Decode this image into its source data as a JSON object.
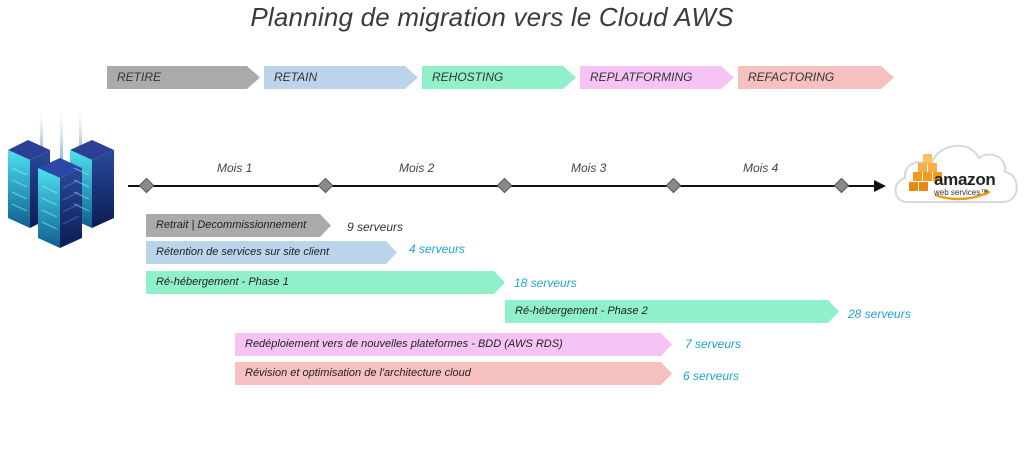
{
  "title": "Planning de migration vers le Cloud AWS",
  "phases": [
    {
      "label": "RETIRE",
      "color": "#aaaaaa"
    },
    {
      "label": "RETAIN",
      "color": "#bcd3ec"
    },
    {
      "label": "REHOSTING",
      "color": "#8ff0c9"
    },
    {
      "label": "REPLATFORMING",
      "color": "#f6c4f4"
    },
    {
      "label": "REFACTORING",
      "color": "#f7c0c0"
    }
  ],
  "months": [
    "Mois 1",
    "Mois 2",
    "Mois 3",
    "Mois 4"
  ],
  "tasks": [
    {
      "label": "Retrait | Decommissionnement",
      "count": "9 serveurs",
      "color": "#aaaaaa",
      "count_color": "#333333"
    },
    {
      "label": "Rétention de services sur site client",
      "count": "4 serveurs",
      "color": "#bcd3ec",
      "count_color": "#1fa3d4"
    },
    {
      "label": "Ré-hébergement - Phase 1",
      "count": "18 serveurs",
      "color": "#8ff0c9",
      "count_color": "#1fa3d4"
    },
    {
      "label": "Ré-hébergement - Phase 2",
      "count": "28 serveurs",
      "color": "#8ff0c9",
      "count_color": "#1fa3d4"
    },
    {
      "label": "Redéploiement vers de nouvelles plateformes - BDD (AWS RDS)",
      "count": "7 serveurs",
      "color": "#f6c4f4",
      "count_color": "#1fa3d4"
    },
    {
      "label": "Révision et optimisation de l'architecture cloud",
      "count": "6 serveurs",
      "color": "#f7c0c0",
      "count_color": "#1fa3d4"
    }
  ],
  "logo": {
    "word": "amazon",
    "sub": "web services™",
    "icon": "aws-logo-icon"
  },
  "icons": {
    "datacenter": "server-cluster-icon"
  }
}
